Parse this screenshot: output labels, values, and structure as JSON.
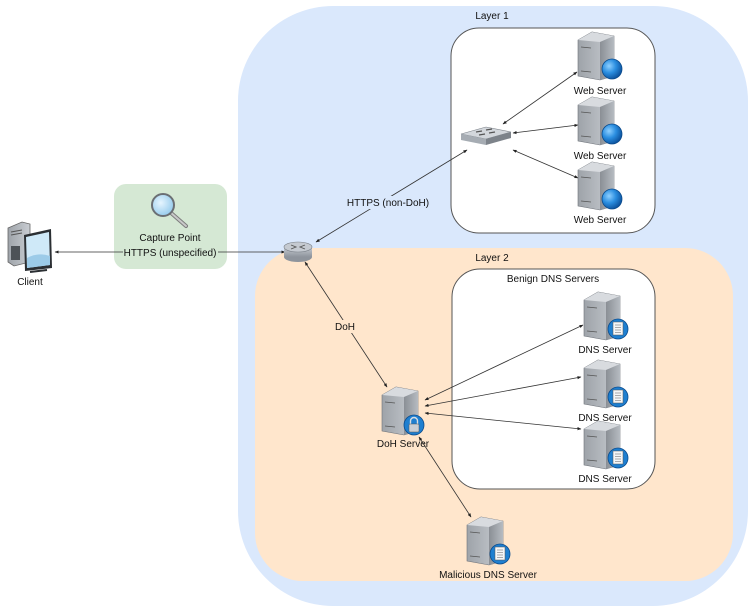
{
  "layer1": {
    "title": "Layer 1",
    "fill": "#dae8fc"
  },
  "layer2": {
    "title": "Layer 2",
    "fill": "#ffe6cc"
  },
  "capture": {
    "label": "Capture Point",
    "fill": "#d5e8d4"
  },
  "client": {
    "label": "Client"
  },
  "web_servers": [
    {
      "label": "Web Server"
    },
    {
      "label": "Web Server"
    },
    {
      "label": "Web Server"
    }
  ],
  "benign_group": {
    "title": "Benign DNS Servers"
  },
  "dns_servers": [
    {
      "label": "DNS Server"
    },
    {
      "label": "DNS Server"
    },
    {
      "label": "DNS Server"
    }
  ],
  "doh_server": {
    "label": "DoH Server"
  },
  "malicious_server": {
    "label": "Malicious DNS Server"
  },
  "edges": {
    "client_router": "HTTPS (unspecified)",
    "router_switch": "HTTPS (non-DoH)",
    "router_doh": "DoH"
  },
  "colors": {
    "globe": "#1e7fd0",
    "edge": "#333333",
    "group_border": "#555555"
  }
}
